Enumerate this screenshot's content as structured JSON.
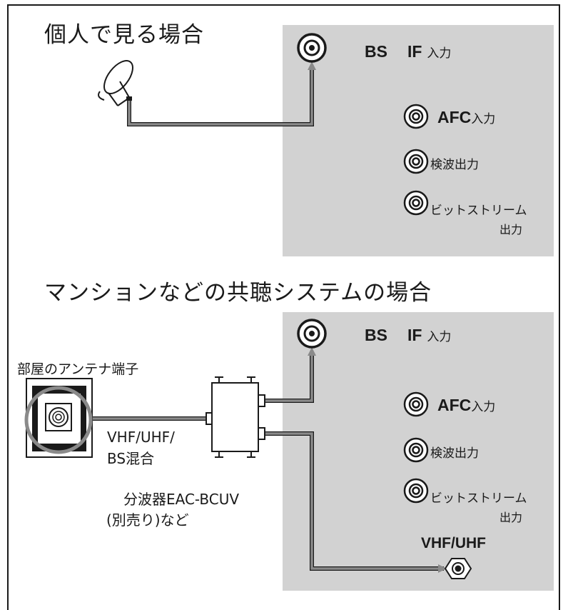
{
  "sections": {
    "personal": {
      "title": "個人で見る場合"
    },
    "shared": {
      "title": "マンションなどの共聴システムの場合"
    }
  },
  "receiver_ports": {
    "bs_label": "BS",
    "if_label": "IF",
    "input_suffix": "入力",
    "afc_label": "AFC",
    "afc_suffix": "入力",
    "detection_output": "検波出力",
    "bitstream_line1": "ビットストリーム",
    "bitstream_line2": "出力",
    "vhf_uhf": "VHF/UHF"
  },
  "wall_outlet": {
    "label": "部屋のアンテナ端子"
  },
  "cable_label": {
    "line1": "VHF/UHF/",
    "line2": "BS混合"
  },
  "splitter": {
    "line1": "分波器EAC-BCUV",
    "line2": "(別売り)など"
  },
  "colors": {
    "panel": "#d2d2d2",
    "cable": "#8a8a8a",
    "line": "#1a1a1a"
  }
}
